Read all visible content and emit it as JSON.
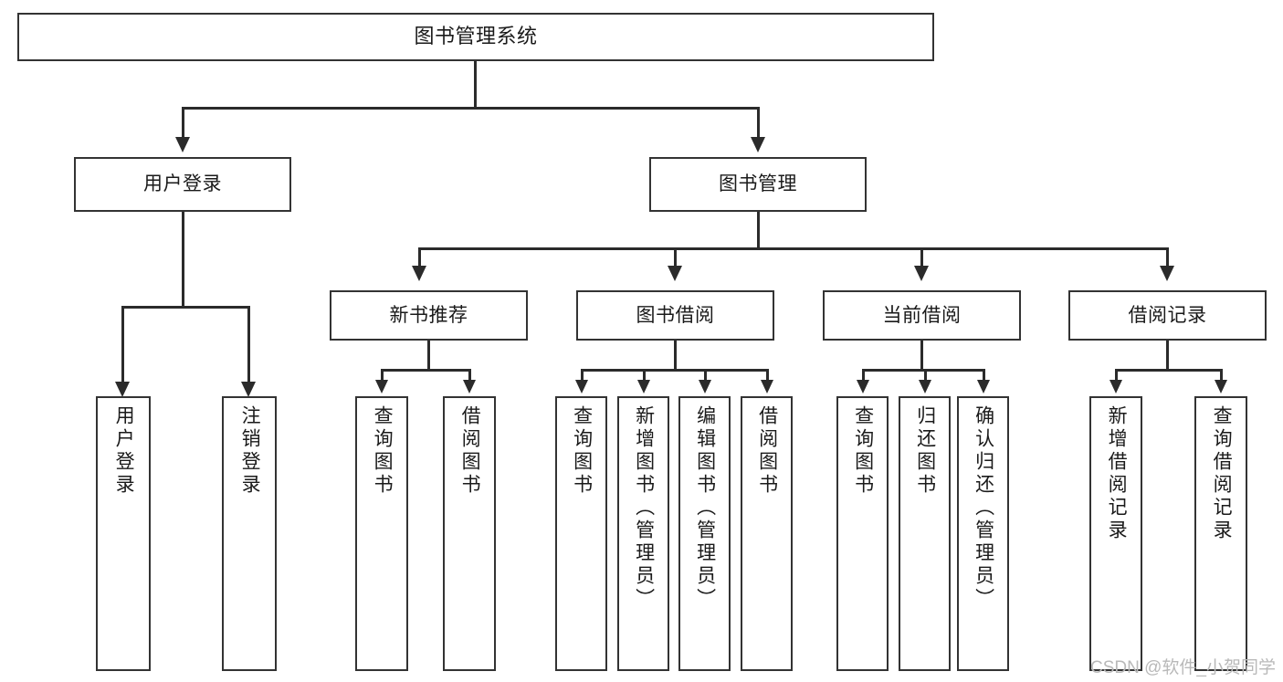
{
  "diagram": {
    "type": "tree-hierarchy-chart",
    "title": "图书管理系统",
    "watermark": "CSDN @软件_小贺同学",
    "colors": {
      "stroke": "#333333",
      "connector": "#2b2b2b",
      "background": "#ffffff",
      "text": "#1a1a1a",
      "watermark": "#b9b9b9"
    },
    "nodes": {
      "root": {
        "label": "图书管理系统"
      },
      "level2": [
        {
          "id": "user-login",
          "label": "用户登录"
        },
        {
          "id": "book-management",
          "label": "图书管理"
        }
      ],
      "level3": [
        {
          "id": "new-book-recommend",
          "label": "新书推荐"
        },
        {
          "id": "book-borrow",
          "label": "图书借阅"
        },
        {
          "id": "current-borrow",
          "label": "当前借阅"
        },
        {
          "id": "borrow-record",
          "label": "借阅记录"
        }
      ],
      "leaves": {
        "user-login": [
          {
            "id": "leaf-user-login",
            "label": "用户登录"
          },
          {
            "id": "leaf-logout-login",
            "label": "注销登录"
          }
        ],
        "new-book-recommend": [
          {
            "id": "leaf-query-book-1",
            "label": "查询图书"
          },
          {
            "id": "leaf-borrow-book-1",
            "label": "借阅图书"
          }
        ],
        "book-borrow": [
          {
            "id": "leaf-query-book-2",
            "label": "查询图书"
          },
          {
            "id": "leaf-add-book",
            "label": "新增图书（管理员）"
          },
          {
            "id": "leaf-edit-book",
            "label": "编辑图书（管理员）"
          },
          {
            "id": "leaf-borrow-book-2",
            "label": "借阅图书"
          }
        ],
        "current-borrow": [
          {
            "id": "leaf-query-book-3",
            "label": "查询图书"
          },
          {
            "id": "leaf-return-book",
            "label": "归还图书"
          },
          {
            "id": "leaf-confirm-return",
            "label": "确认归还（管理员）"
          }
        ],
        "borrow-record": [
          {
            "id": "leaf-add-record",
            "label": "新增借阅记录"
          },
          {
            "id": "leaf-query-record",
            "label": "查询借阅记录"
          }
        ]
      }
    }
  }
}
